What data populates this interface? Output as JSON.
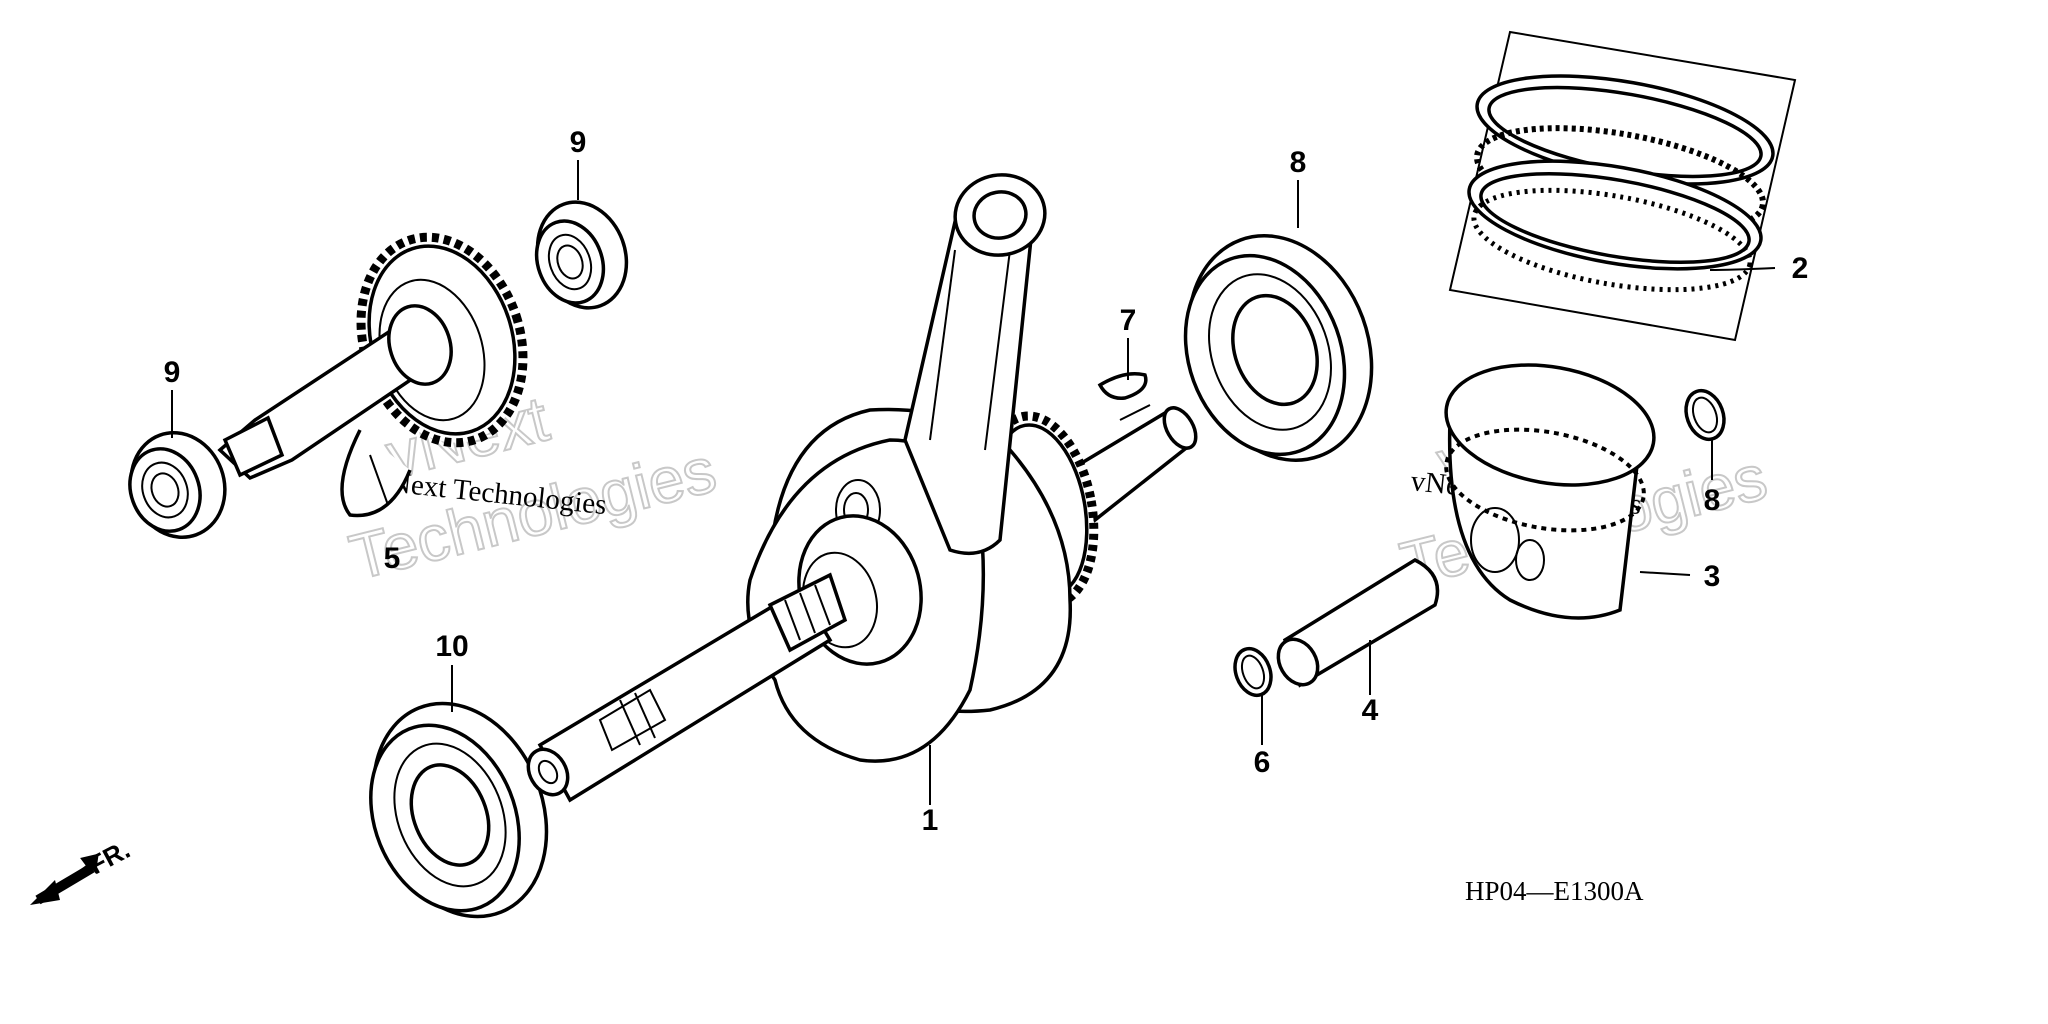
{
  "diagram_code": "HP04—E1300A",
  "front_label": "FR.",
  "watermark": {
    "line_small": "vNext Technologies",
    "line_big_1": "vNext",
    "line_big_2": "Technologies"
  },
  "callouts": {
    "c1": "1",
    "c2": "2",
    "c3": "3",
    "c4": "4",
    "c5": "5",
    "c6": "6",
    "c7": "7",
    "c8_top": "8",
    "c8_right": "8",
    "c9_top": "9",
    "c9_left": "9",
    "c10": "10"
  }
}
